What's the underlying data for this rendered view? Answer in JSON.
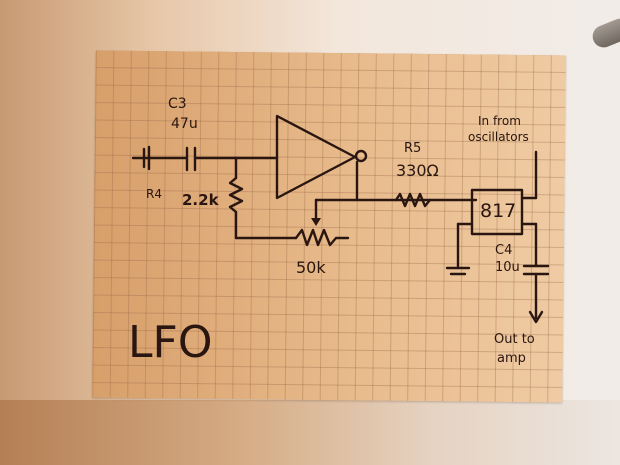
{
  "scene": {
    "description": "Photo of hand-drawn LFO circuit schematic on orange graph paper",
    "colors": {
      "paper": "#e4b27f",
      "ink": "#2a1610",
      "background": "#f1ece8"
    }
  },
  "schematic": {
    "title": "LFO",
    "components": {
      "c3": {
        "ref": "C3",
        "value": "47u"
      },
      "r4": {
        "ref": "R4",
        "value": "2.2k"
      },
      "r5": {
        "ref": "R5",
        "value": "330Ω"
      },
      "pot": {
        "value": "50k"
      },
      "optocoupler": {
        "label": "817"
      },
      "c4": {
        "ref": "C4",
        "value": "10u"
      }
    },
    "labels": {
      "input_line1": "In from",
      "input_line2": "oscillators",
      "output_line1": "Out to",
      "output_line2": "amp"
    }
  }
}
